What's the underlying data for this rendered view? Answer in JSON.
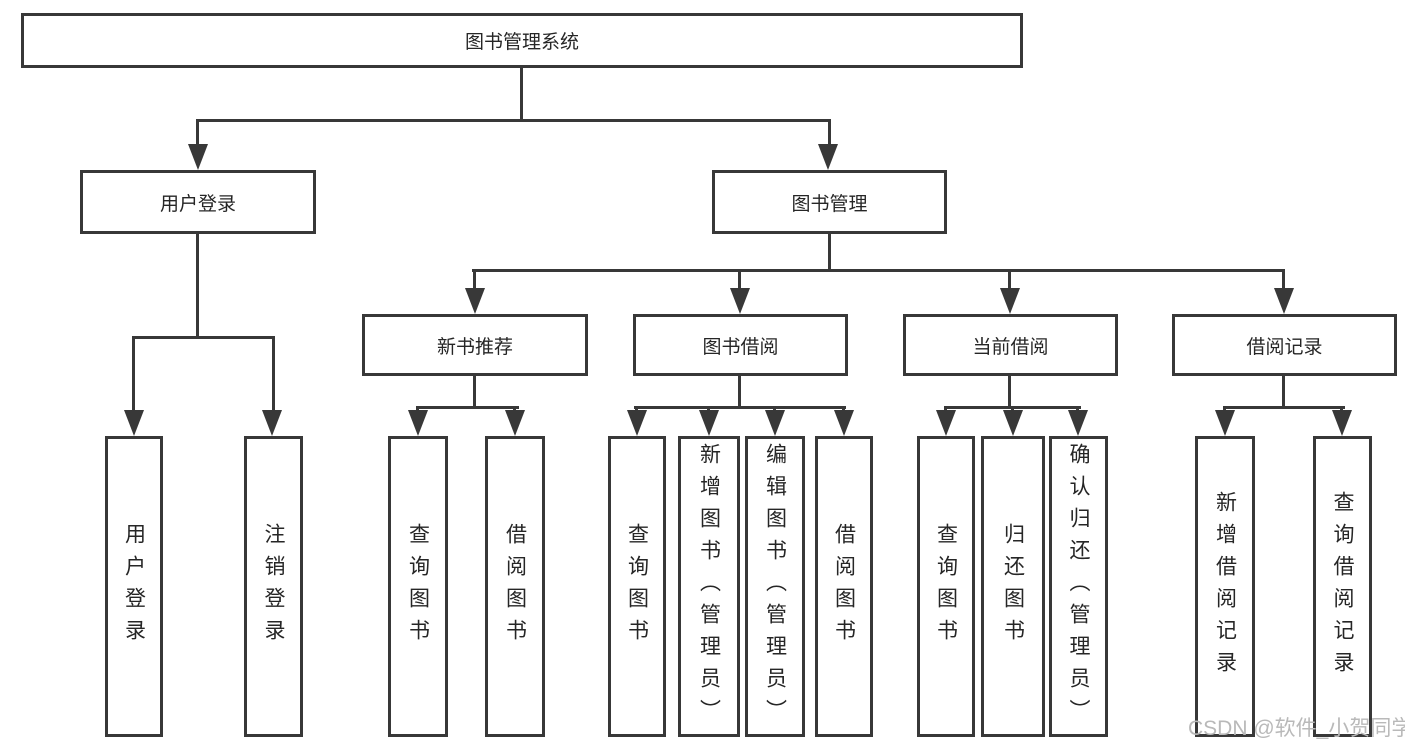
{
  "tree": {
    "root": {
      "label": "图书管理系统"
    },
    "branches": [
      {
        "label": "用户登录",
        "children": [
          {
            "label": "用户登录"
          },
          {
            "label": "注销登录"
          }
        ]
      },
      {
        "label": "图书管理",
        "children": [
          {
            "label": "新书推荐",
            "children": [
              {
                "label": "查询图书"
              },
              {
                "label": "借阅图书"
              }
            ]
          },
          {
            "label": "图书借阅",
            "children": [
              {
                "label": "查询图书"
              },
              {
                "label": "新增图书（管理员）"
              },
              {
                "label": "编辑图书（管理员）"
              },
              {
                "label": "借阅图书"
              }
            ]
          },
          {
            "label": "当前借阅",
            "children": [
              {
                "label": "查询图书"
              },
              {
                "label": "归还图书"
              },
              {
                "label": "确认归还（管理员）"
              }
            ]
          },
          {
            "label": "借阅记录",
            "children": [
              {
                "label": "新增借阅记录"
              },
              {
                "label": "查询借阅记录"
              }
            ]
          }
        ]
      }
    ]
  },
  "watermark": {
    "text": "CSDN @软件_小贺同学"
  },
  "colors": {
    "line": "#383838",
    "text": "#262626",
    "watermark": "#b9b9b9",
    "background": "#ffffff"
  }
}
